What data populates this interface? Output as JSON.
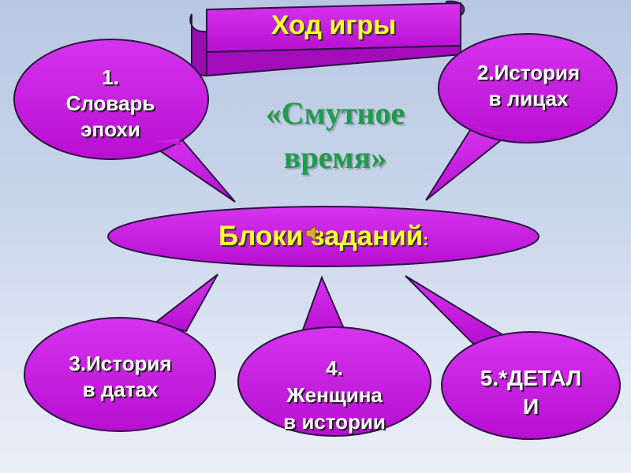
{
  "banner": {
    "title": "Ход игры"
  },
  "subtitle": {
    "line1": "«Смутное",
    "line2": "время»"
  },
  "center": {
    "label": "Блоки заданий",
    "suffix": ":"
  },
  "bubbles": [
    {
      "lines": [
        "1.",
        "Словарь",
        "эпохи"
      ]
    },
    {
      "lines": [
        "2.История",
        "в лицах"
      ]
    },
    {
      "lines": [
        "3.История",
        "в датах"
      ]
    },
    {
      "lines": [
        "4.",
        "Женщина",
        "в истории"
      ]
    },
    {
      "lines": [
        "5.*ДЕТАЛ",
        "И"
      ]
    }
  ],
  "colors": {
    "bubble_fill": "#cc11e6",
    "bubble_stroke": "#2a1440",
    "banner_fill": "#cc11e6",
    "title_text": "#ffff33",
    "subtitle_text": "#1e9b4c",
    "background": "#c9d5eb"
  },
  "icons": {
    "center": "speaker-icon"
  }
}
